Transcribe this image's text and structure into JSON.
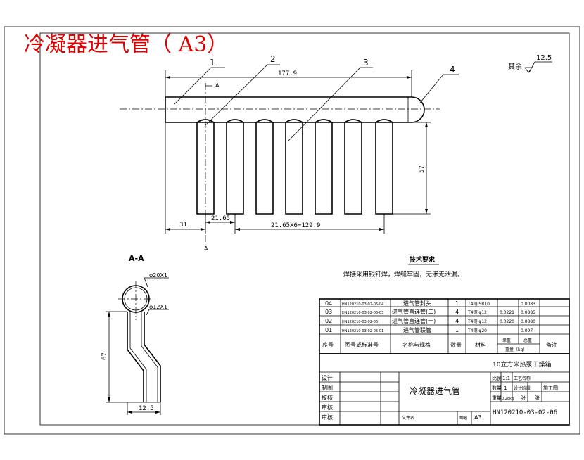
{
  "title": "冷凝器进气管（ A3）",
  "callouts": [
    "1",
    "2",
    "3",
    "4"
  ],
  "roughness": {
    "label": "其余",
    "value": "12.5"
  },
  "dimensions": {
    "overall_length": "177.9",
    "height": "57",
    "left_offset": "31",
    "first_spacing": "21.65",
    "spacing_total": "21.65X6=129.9",
    "section_length": "67",
    "section_offset": "12.5",
    "diameter_large": "φ20X1",
    "diameter_small": "φ12X1"
  },
  "section_marks": {
    "label": "A",
    "view_title": "A-A"
  },
  "tech_req": {
    "title": "技术要求",
    "text": "焊接采用银钎焊，焊缝牢固，无渗无泄漏。"
  },
  "bom": {
    "rows": [
      {
        "no": "04",
        "code": "HN120210-03-02-06-04",
        "name": "进气管封头",
        "qty": "1",
        "material": "T4铜 SR10",
        "unit": "",
        "total": "0.0083",
        "note": ""
      },
      {
        "no": "03",
        "code": "HN120210-03-02-06-03",
        "name": "进气管直连管(二)",
        "qty": "4",
        "material": "T4铜 φ12",
        "unit": "0.0221",
        "total": "0.0885",
        "note": ""
      },
      {
        "no": "02",
        "code": "HN120210-03-02-06",
        "name": "进气管直连管(一)",
        "qty": "4",
        "material": "T4铜 φ12",
        "unit": "0.0220",
        "total": "0.0880",
        "note": ""
      },
      {
        "no": "01",
        "code": "HN120210-03-02-06-01",
        "name": "进气管联管",
        "qty": "1",
        "material": "T4铜 φ20",
        "unit": "",
        "total": "0.097",
        "note": ""
      }
    ],
    "headers": {
      "no": "序号",
      "code": "图号或标准号",
      "name": "名称与规格",
      "qty": "数量",
      "material": "材料",
      "unit": "单重",
      "total": "总重",
      "weight_unit": "重量（kg）",
      "note": "备注"
    }
  },
  "title_block": {
    "project": "10立方米热泵干燥箱",
    "part_name": "冷凝器进气管",
    "roles": [
      "设计",
      "制图",
      "校核",
      "审核",
      "审核"
    ],
    "scale_label": "比例",
    "scale": "1:1",
    "qty_label": "数量",
    "qty": "1",
    "weight_label": "重量",
    "weight": "0.28kg",
    "prop1_label": "工艺名称",
    "prop2_label": "设计阶段",
    "prop2": "施工图",
    "sheet_label": "张",
    "sheet_of": "张",
    "file_label": "文件名",
    "format_label": "图幅",
    "format": "A3",
    "drawing_no": "HN120210-03-02-06"
  }
}
